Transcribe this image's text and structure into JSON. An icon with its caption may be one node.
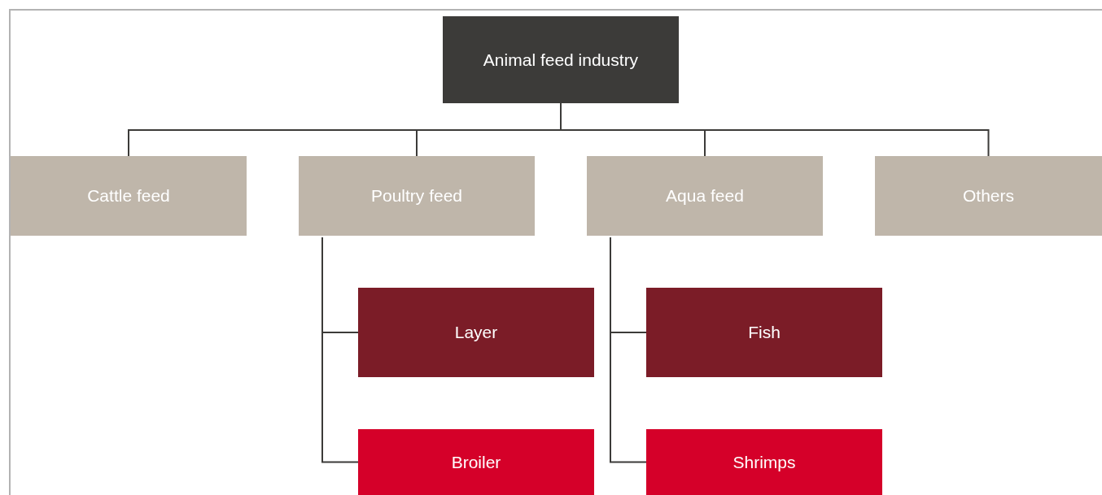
{
  "diagram": {
    "nodes": [
      {
        "text": [
          "Animal feed industry"
        ]
      },
      {
        "text": [
          "Cattle feed"
        ]
      },
      {
        "text": [
          "Poultry feed"
        ]
      },
      {
        "text": [
          "Aqua feed"
        ]
      },
      {
        "text": [
          "Others"
        ]
      },
      {
        "text": [
          "Layer"
        ]
      },
      {
        "text": [
          "Fish"
        ]
      },
      {
        "text": [
          "Broiler"
        ]
      },
      {
        "text": [
          "Shrimps"
        ]
      }
    ],
    "edges": [
      {
        "from": 0,
        "to": 1,
        "arrow": "none"
      },
      {
        "from": 0,
        "to": 2,
        "arrow": "none"
      },
      {
        "from": 0,
        "to": 3,
        "arrow": "none"
      },
      {
        "from": 0,
        "to": 4,
        "arrow": "none"
      },
      {
        "from": 2,
        "to": 5,
        "arrow": "none"
      },
      {
        "from": 2,
        "to": 7,
        "arrow": "none"
      },
      {
        "from": 3,
        "to": 6,
        "arrow": "none"
      },
      {
        "from": 3,
        "to": 8,
        "arrow": "none"
      }
    ]
  }
}
